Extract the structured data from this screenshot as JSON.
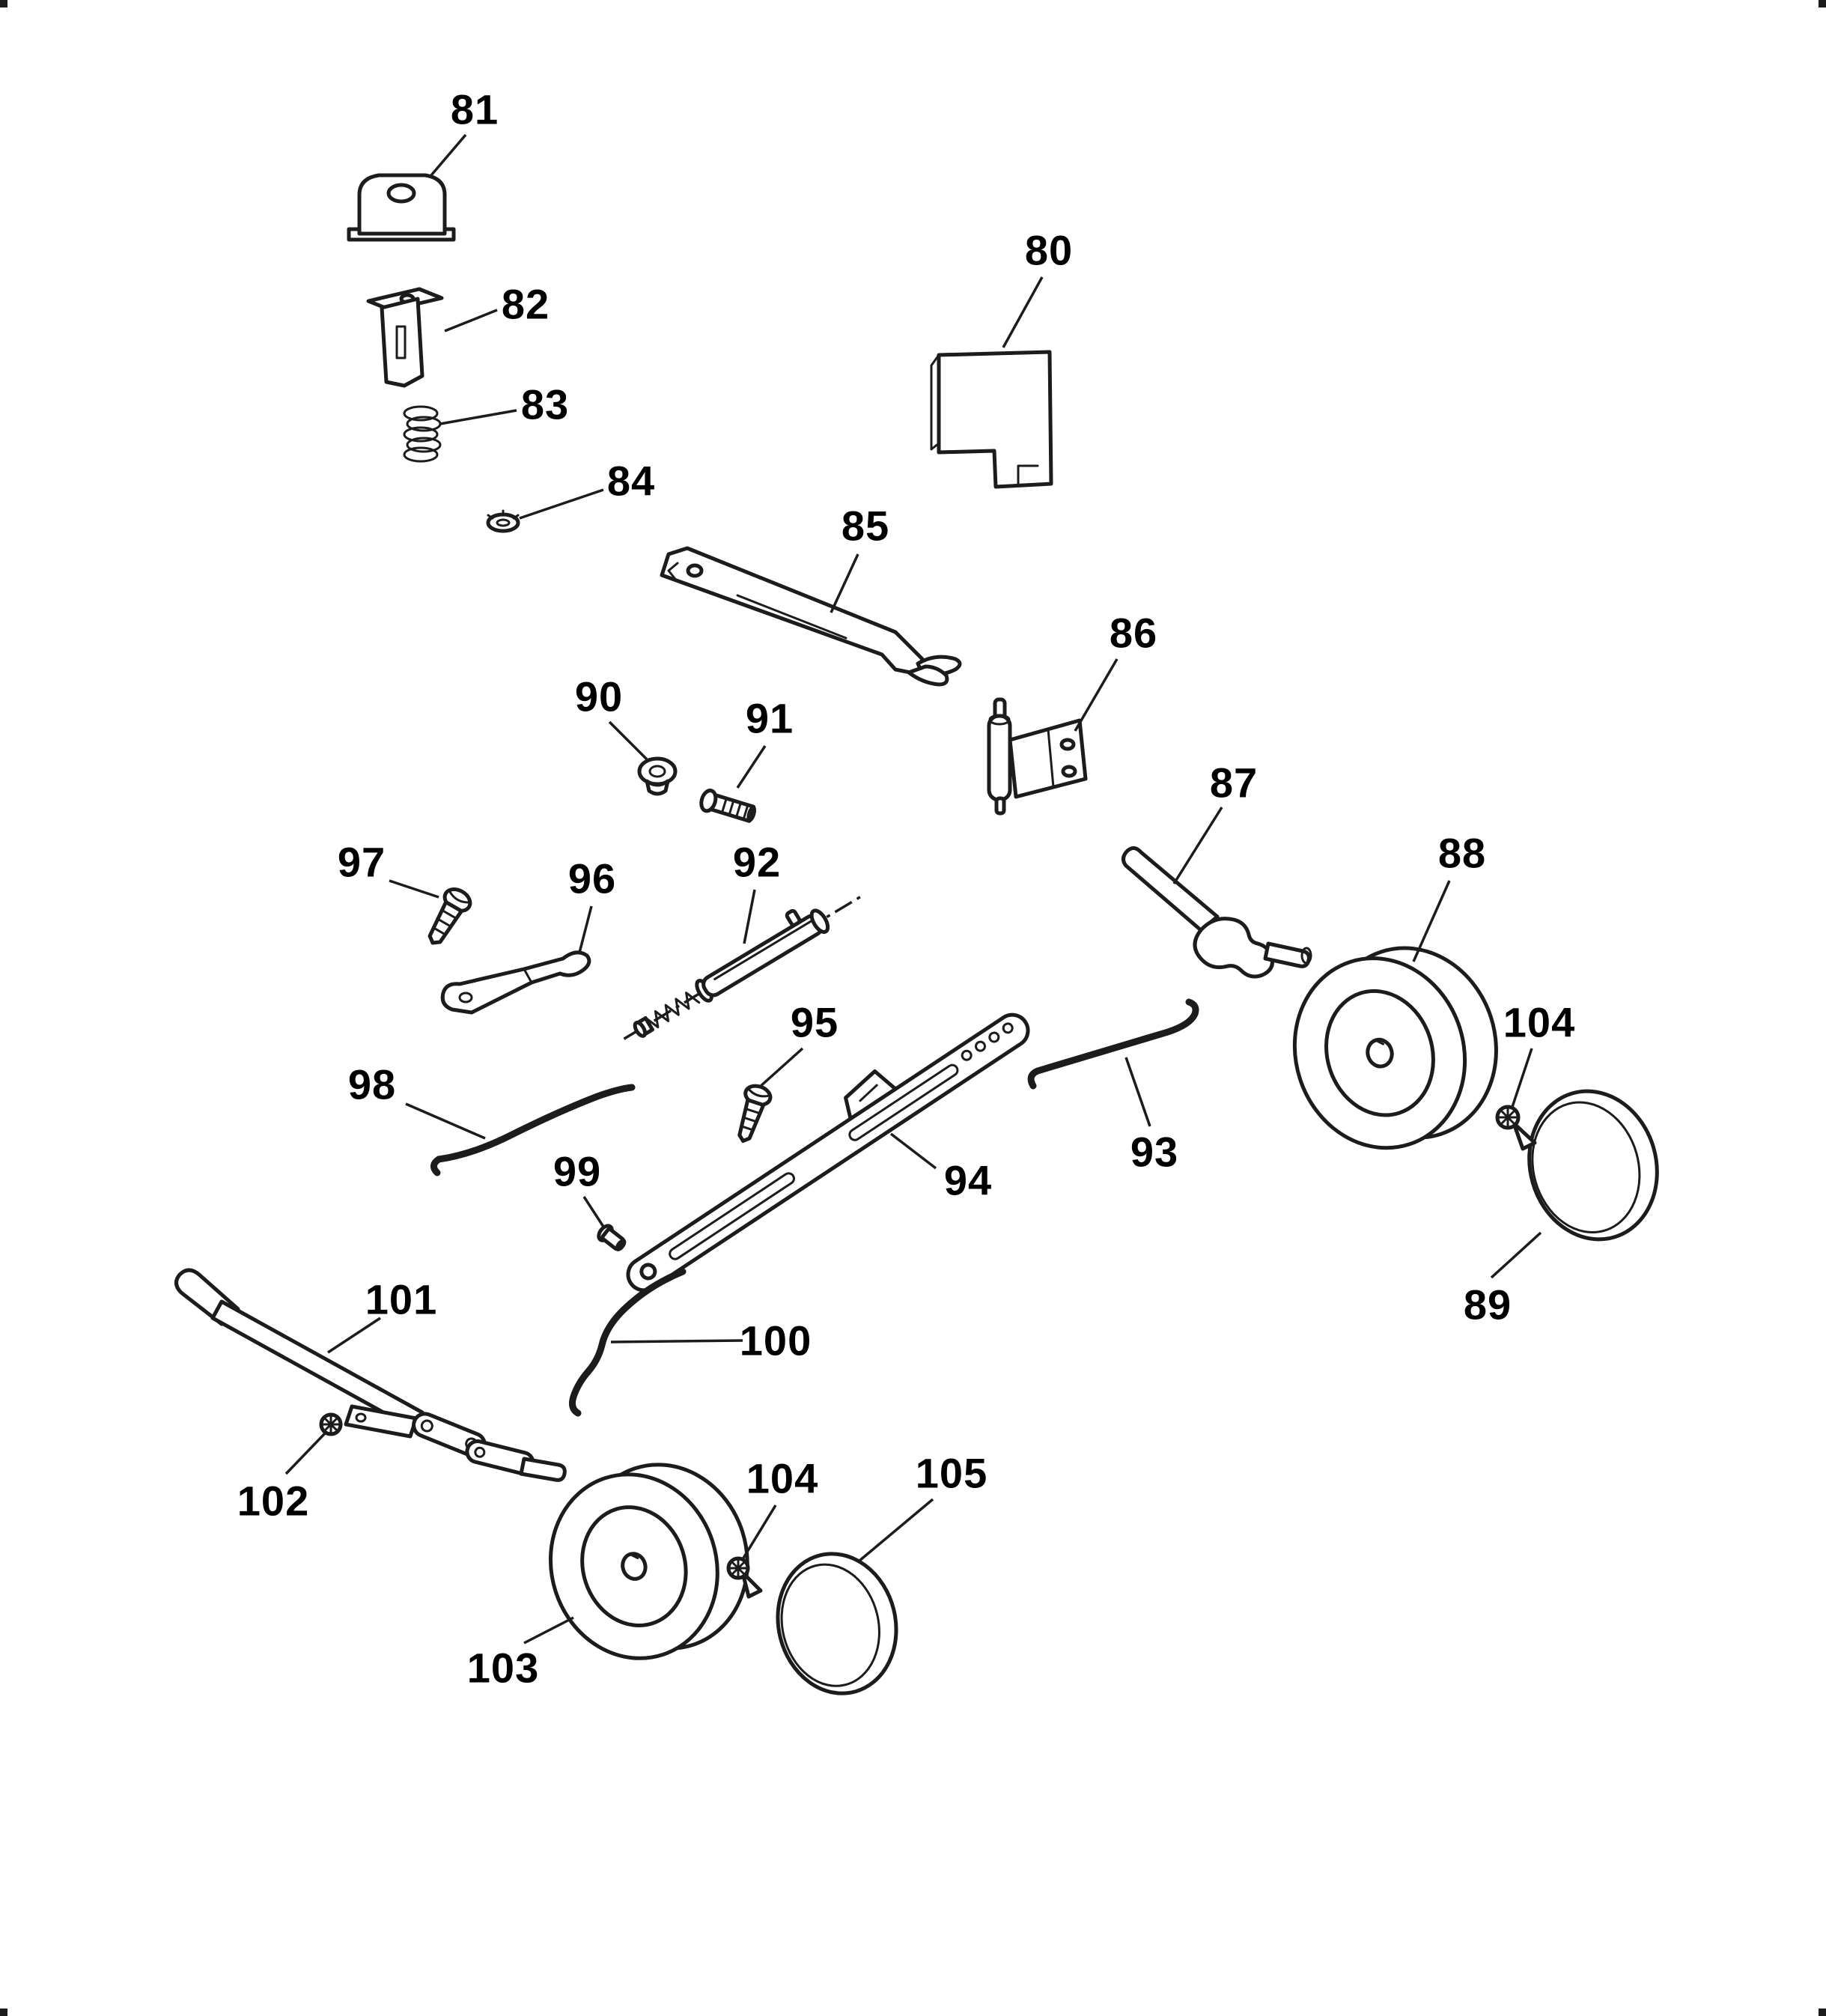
{
  "diagram": {
    "colors": {
      "background": "#ffffff",
      "line": "#1c1c1c",
      "label": "#000000"
    }
  },
  "callouts": [
    {
      "part": "80"
    },
    {
      "part": "81"
    },
    {
      "part": "82"
    },
    {
      "part": "83"
    },
    {
      "part": "84"
    },
    {
      "part": "85"
    },
    {
      "part": "86"
    },
    {
      "part": "87"
    },
    {
      "part": "88"
    },
    {
      "part": "89"
    },
    {
      "part": "90"
    },
    {
      "part": "91"
    },
    {
      "part": "92"
    },
    {
      "part": "93"
    },
    {
      "part": "94"
    },
    {
      "part": "95"
    },
    {
      "part": "96"
    },
    {
      "part": "97"
    },
    {
      "part": "98"
    },
    {
      "part": "99"
    },
    {
      "part": "100"
    },
    {
      "part": "101"
    },
    {
      "part": "102"
    },
    {
      "part": "103"
    },
    {
      "part": "104"
    },
    {
      "part": "104"
    },
    {
      "part": "105"
    }
  ]
}
